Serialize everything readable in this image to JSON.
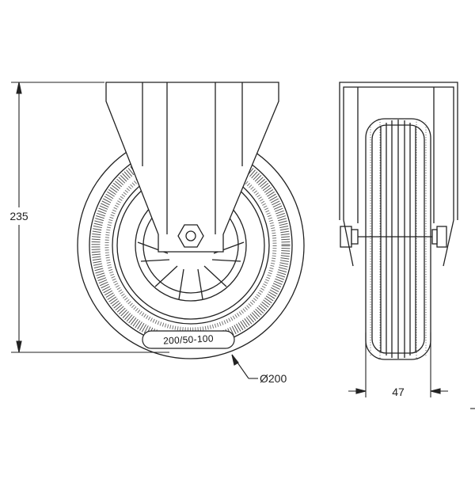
{
  "drawing": {
    "title": "",
    "dimensions": {
      "overall_height": "235",
      "wheel_diameter": "Ø200",
      "wheel_width": "47"
    },
    "tire_marking": "200/50-100",
    "colors": {
      "line": "#222222",
      "background": "#ffffff"
    }
  }
}
